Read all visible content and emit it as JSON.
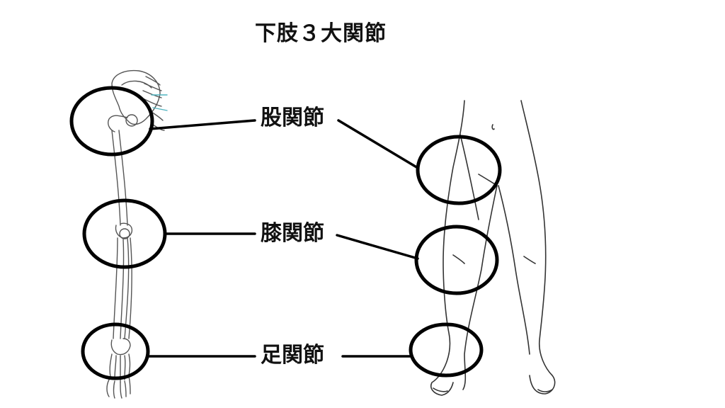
{
  "title": "下肢３大関節",
  "labels": {
    "hip": "股関節",
    "knee": "膝関節",
    "ankle": "足関節"
  },
  "colors": {
    "line": "#000000",
    "sketch": "#444444",
    "accent": "#4fb3bf",
    "background": "#ffffff"
  }
}
